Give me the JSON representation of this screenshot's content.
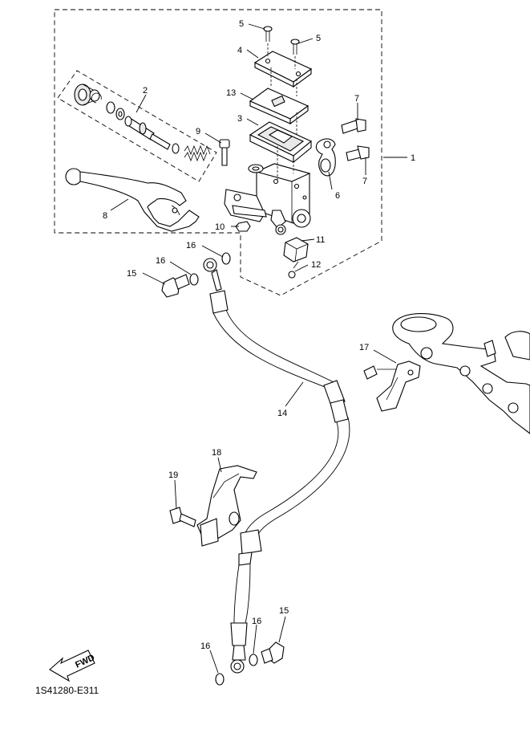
{
  "diagram_code": "1S41280-E311",
  "fwd_label": "FWD",
  "callouts": [
    {
      "id": "c1",
      "num": "1"
    },
    {
      "id": "c2",
      "num": "2"
    },
    {
      "id": "c3",
      "num": "3"
    },
    {
      "id": "c4",
      "num": "4"
    },
    {
      "id": "c5a",
      "num": "5"
    },
    {
      "id": "c5b",
      "num": "5"
    },
    {
      "id": "c6",
      "num": "6"
    },
    {
      "id": "c7a",
      "num": "7"
    },
    {
      "id": "c7b",
      "num": "7"
    },
    {
      "id": "c8",
      "num": "8"
    },
    {
      "id": "c9",
      "num": "9"
    },
    {
      "id": "c10",
      "num": "10"
    },
    {
      "id": "c11",
      "num": "11"
    },
    {
      "id": "c12",
      "num": "12"
    },
    {
      "id": "c13",
      "num": "13"
    },
    {
      "id": "c14",
      "num": "14"
    },
    {
      "id": "c15a",
      "num": "15"
    },
    {
      "id": "c15b",
      "num": "15"
    },
    {
      "id": "c16a",
      "num": "16"
    },
    {
      "id": "c16b",
      "num": "16"
    },
    {
      "id": "c16c",
      "num": "16"
    },
    {
      "id": "c16d",
      "num": "16"
    },
    {
      "id": "c17",
      "num": "17"
    },
    {
      "id": "c18",
      "num": "18"
    },
    {
      "id": "c19",
      "num": "19"
    }
  ]
}
